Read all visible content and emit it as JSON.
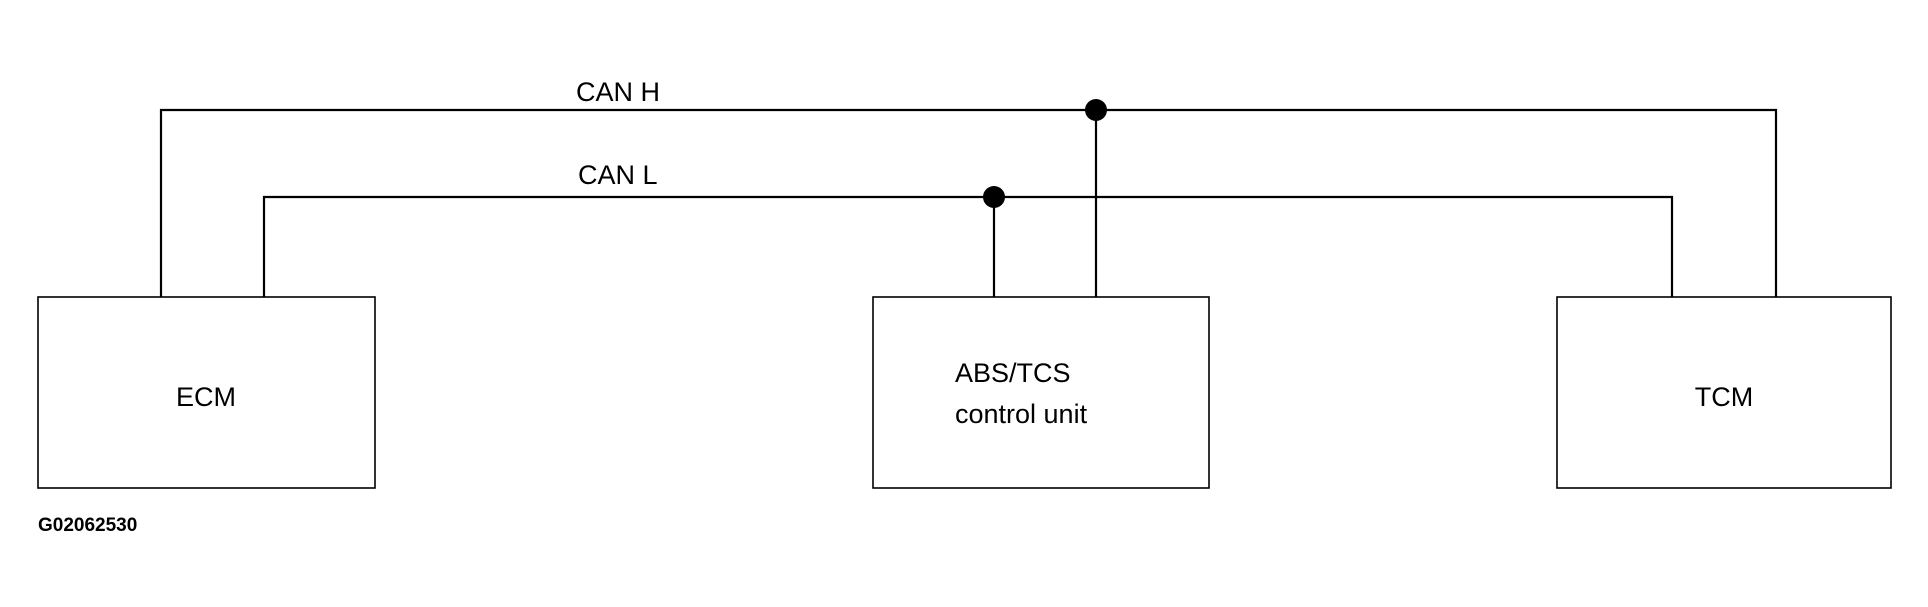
{
  "diagram": {
    "buses": {
      "can_h": "CAN H",
      "can_l": "CAN L"
    },
    "modules": {
      "ecm": "ECM",
      "abs_line1": "ABS/TCS",
      "abs_line2": "control unit",
      "tcm": "TCM"
    },
    "figure_id": "G02062530"
  }
}
